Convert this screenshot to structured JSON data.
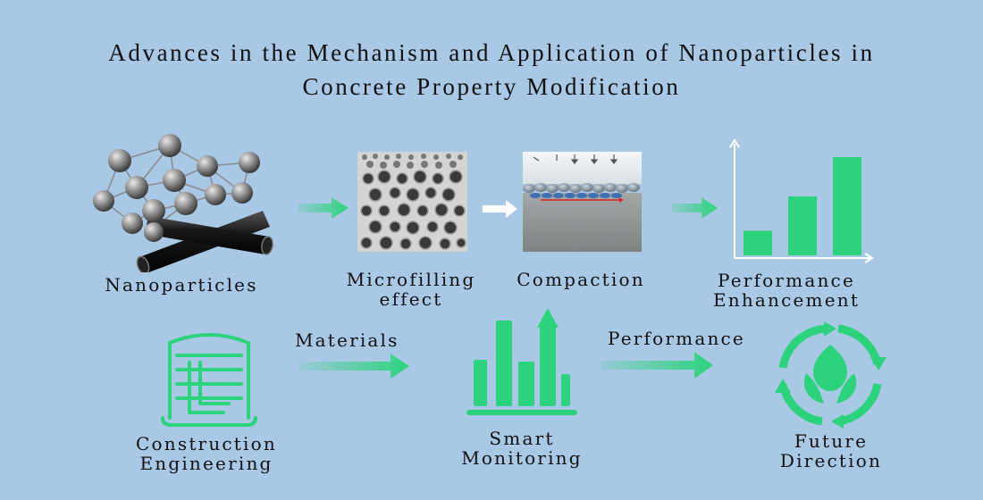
{
  "title": {
    "line1": "Advances in the Mechanism and Application of Nanoparticles in",
    "line2": "Concrete Property Modification"
  },
  "top_row": {
    "nanoparticles": "Nanoparticles",
    "microfilling_line1": "Microfilling",
    "microfilling_line2": "effect",
    "compaction": "Compaction",
    "performance_line1": "Performance",
    "performance_line2": "Enhancement"
  },
  "bottom_row": {
    "construction_line1": "Construction",
    "construction_line2": "Engineering",
    "arrow_materials": "Materials",
    "smart_line1": "Smart",
    "smart_line2": "Monitoring",
    "arrow_performance": "Performance",
    "future_line1": "Future",
    "future_line2": "Direction"
  },
  "colors": {
    "background": "#a9c8e6",
    "accent_green": "#2dd37c",
    "text": "#111111"
  },
  "performance_chart": {
    "type": "bar",
    "values": [
      1,
      2.4,
      4
    ]
  }
}
